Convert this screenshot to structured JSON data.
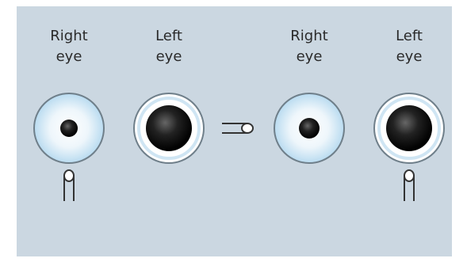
{
  "labels": [
    {
      "text": "Right\neye"
    },
    {
      "text": "Left\neye"
    },
    {
      "text": "Right\neye"
    },
    {
      "text": "Left\neye"
    }
  ],
  "colors": {
    "background": "#cbd7e1",
    "eye_rim": "#ffffff",
    "eye_outline": "#6f7f8a",
    "pupil": "#111111",
    "light_outline": "#333333"
  },
  "icons": {
    "flashlight": "flashlight-icon"
  }
}
